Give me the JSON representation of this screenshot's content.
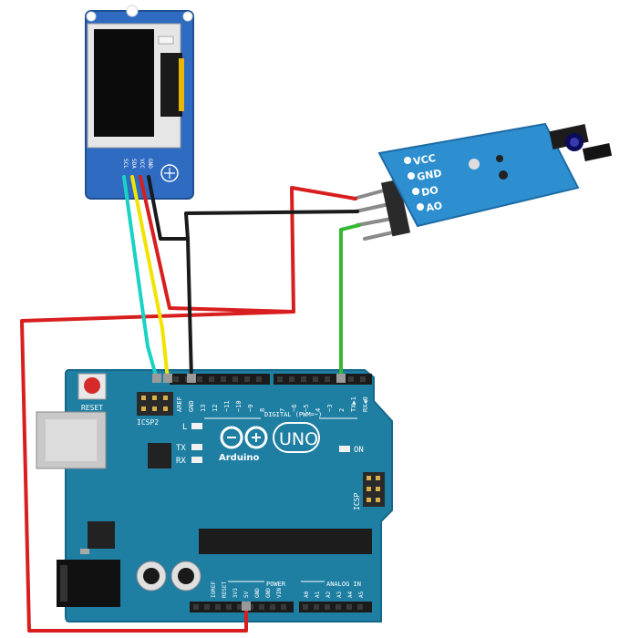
{
  "oled": {
    "pin_labels": [
      "SCL",
      "SDA",
      "VCC",
      "GND"
    ]
  },
  "ir_sensor": {
    "pin_labels": [
      "VCC",
      "GND",
      "DO",
      "AO"
    ]
  },
  "arduino": {
    "brand": "Arduino",
    "model": "UNO",
    "reset_label": "RESET",
    "icsp2_label": "ICSP2",
    "icsp_label": "ICSP",
    "on_label": "ON",
    "led_l": "L",
    "led_tx": "TX",
    "led_rx": "RX",
    "digital_label": "DIGITAL (PWM=~)",
    "power_label": "POWER",
    "analog_label": "ANALOG IN",
    "digital_pins": [
      "AREF",
      "GND",
      "13",
      "12",
      "~11",
      "~10",
      "~9",
      "8",
      "7",
      "~6",
      "~5",
      "4",
      "~3",
      "2",
      "TX▶1",
      "RX◀0"
    ],
    "power_pins": [
      "IOREF",
      "RESET",
      "3V3",
      "5V",
      "GND",
      "GND",
      "VIN"
    ],
    "analog_pins": [
      "A0",
      "A1",
      "A2",
      "A3",
      "A4",
      "A5"
    ]
  },
  "colors": {
    "board": "#1e7fa3",
    "module_blue": "#2b6fc4",
    "wire_red": "#d81e1e",
    "wire_black": "#1a1a1a",
    "wire_yellow": "#f2e300",
    "wire_cyan": "#19d3c5",
    "wire_green": "#35b935"
  }
}
